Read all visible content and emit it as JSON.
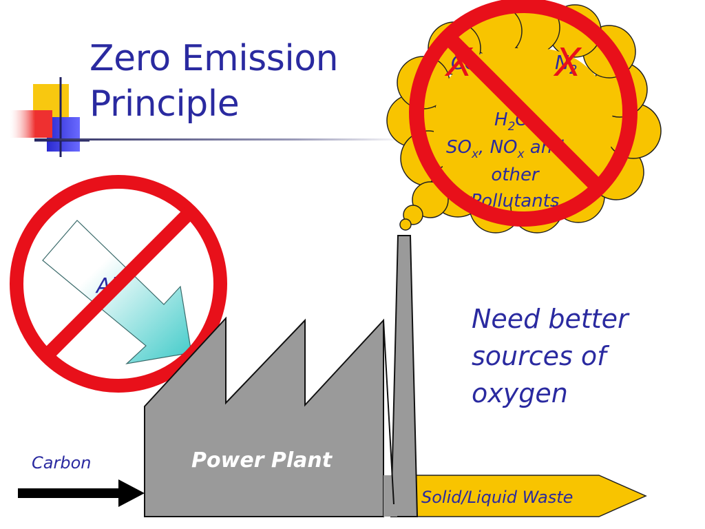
{
  "slide": {
    "title_line1": "Zero Emission",
    "title_line2": "Principle",
    "note_line1": "Need better",
    "note_line2": "sources of",
    "note_line3": "oxygen"
  },
  "diagram": {
    "air_label": "Air",
    "plant_label": "Power Plant",
    "carbon_label": "Carbon",
    "waste_label": "Solid/Liquid Waste",
    "emissions": {
      "co2": "CO",
      "co2_sub": "2",
      "n2": "N",
      "n2_sub": "2",
      "h2o_h": "H",
      "h2o_sub": "2",
      "h2o_o": "O",
      "sox": "SO",
      "sox_sub": "x",
      "sep": ", ",
      "nox": "NO",
      "nox_sub": "x",
      "and": " and",
      "other": "other",
      "pollutants": "Pollutants"
    },
    "cross_mark": "X"
  },
  "colors": {
    "title": "#2a2aa0",
    "no_sign": "#e8101a",
    "cloud": "#f8c400",
    "plant": "#9a9a9a",
    "waste_arrow": "#f8c400",
    "air_arrow_start": "#ffffff",
    "air_arrow_end": "#3ecac8",
    "logo_yellow": "#f8c810",
    "logo_blue": "#2a2ad0",
    "logo_red": "#ee3030"
  }
}
